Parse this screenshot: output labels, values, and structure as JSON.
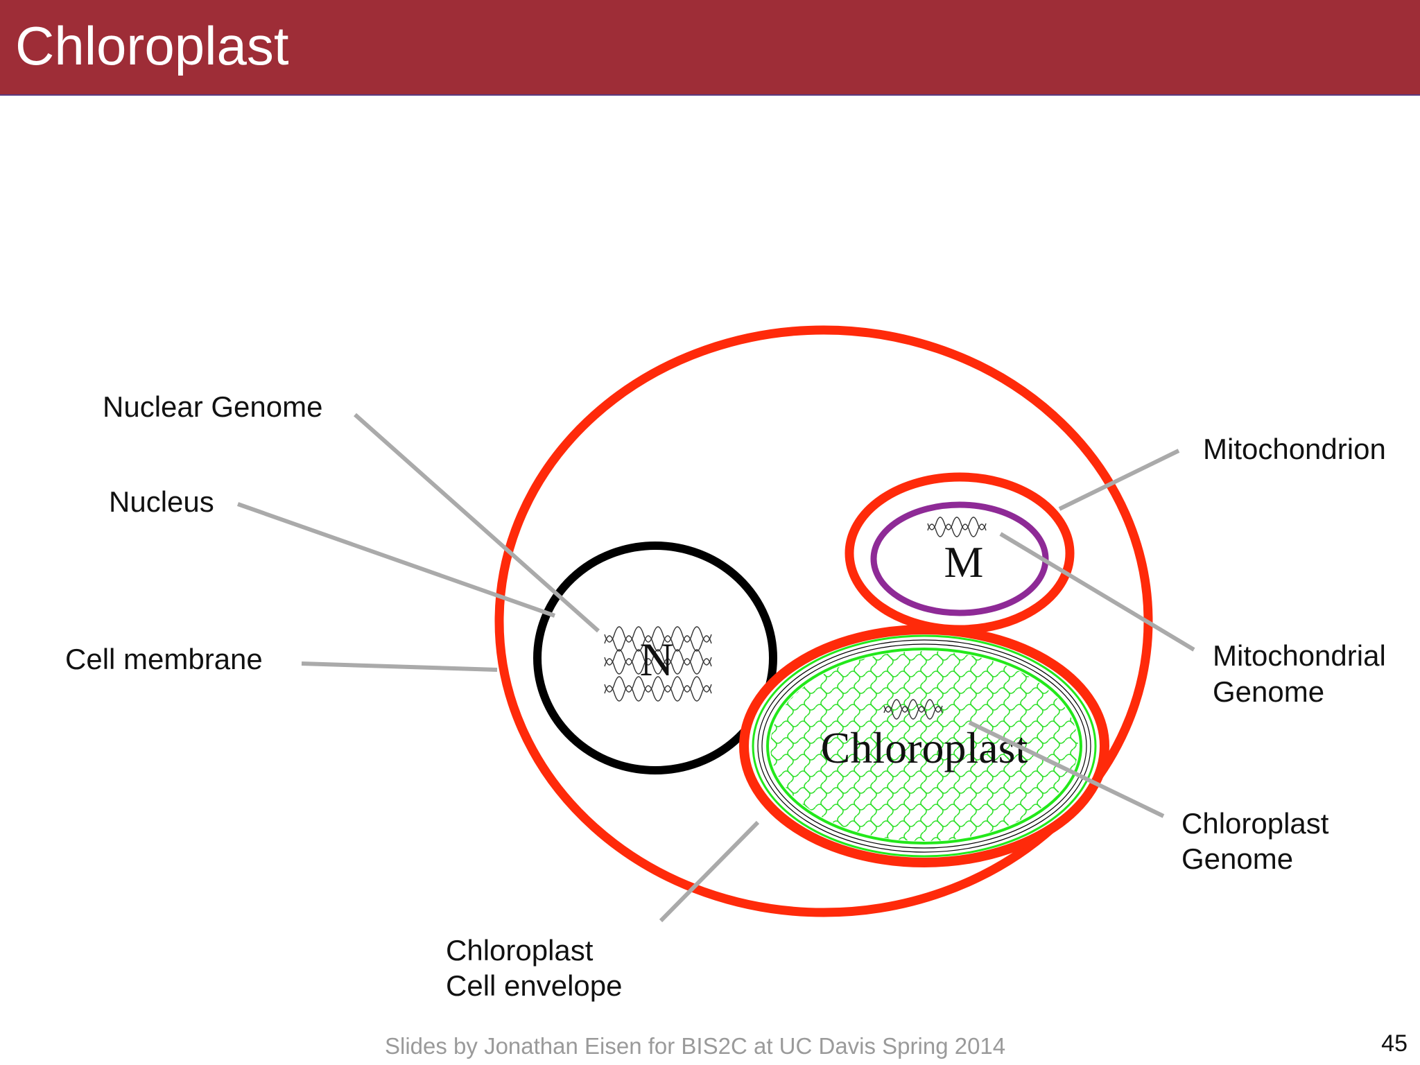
{
  "slide": {
    "title": "Chloroplast",
    "footer": "Slides by Jonathan Eisen for BIS2C at UC Davis Spring 2014",
    "page_number": "45"
  },
  "diagram": {
    "organelle_letters": {
      "nucleus": "N",
      "mitochondrion": "M",
      "chloroplast": "Chloroplast"
    },
    "labels": {
      "nuclear_genome": "Nuclear Genome",
      "nucleus": "Nucleus",
      "cell_membrane": "Cell membrane",
      "mitochondrion": "Mitochondrion",
      "mitochondrial_genome_1": "Mitochondrial",
      "mitochondrial_genome_2": "Genome",
      "chloroplast_genome_1": "Chloroplast",
      "chloroplast_genome_2": "Genome",
      "chloroplast_envelope_1": "Chloroplast",
      "chloroplast_envelope_2": "Cell envelope"
    },
    "colors": {
      "title_bar": "#9e2d37",
      "cell_membrane": "#ff2a0a",
      "nucleus": "#000000",
      "mitochondrion_inner": "#8e2a96",
      "chloroplast_green": "#22e81a",
      "leader_lines": "#aaaaaa"
    }
  }
}
